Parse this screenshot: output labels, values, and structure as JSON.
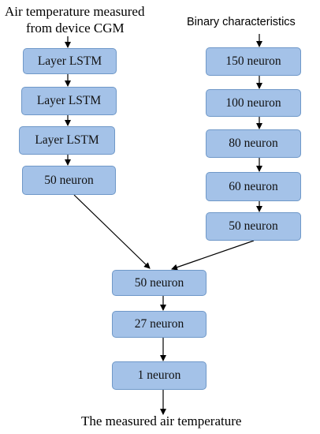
{
  "colors": {
    "box_fill": "#a4c2e8",
    "box_border": "#6f98c8",
    "arrow": "#000000",
    "text": "#000000"
  },
  "left_input": {
    "line1": "Air temperature measured",
    "line2": "from device CGM"
  },
  "right_input": {
    "label": "Binary characteristics"
  },
  "left_branch": [
    {
      "label": "Layer LSTM"
    },
    {
      "label": "Layer LSTM"
    },
    {
      "label": "Layer LSTM"
    },
    {
      "label": "50 neuron"
    }
  ],
  "right_branch": [
    {
      "label": "150 neuron"
    },
    {
      "label": "100 neuron"
    },
    {
      "label": "80 neuron"
    },
    {
      "label": "60 neuron"
    },
    {
      "label": "50 neuron"
    }
  ],
  "merge_branch": [
    {
      "label": "50 neuron"
    },
    {
      "label": "27 neuron"
    },
    {
      "label": "1 neuron"
    }
  ],
  "output": {
    "label": "The measured air temperature"
  }
}
